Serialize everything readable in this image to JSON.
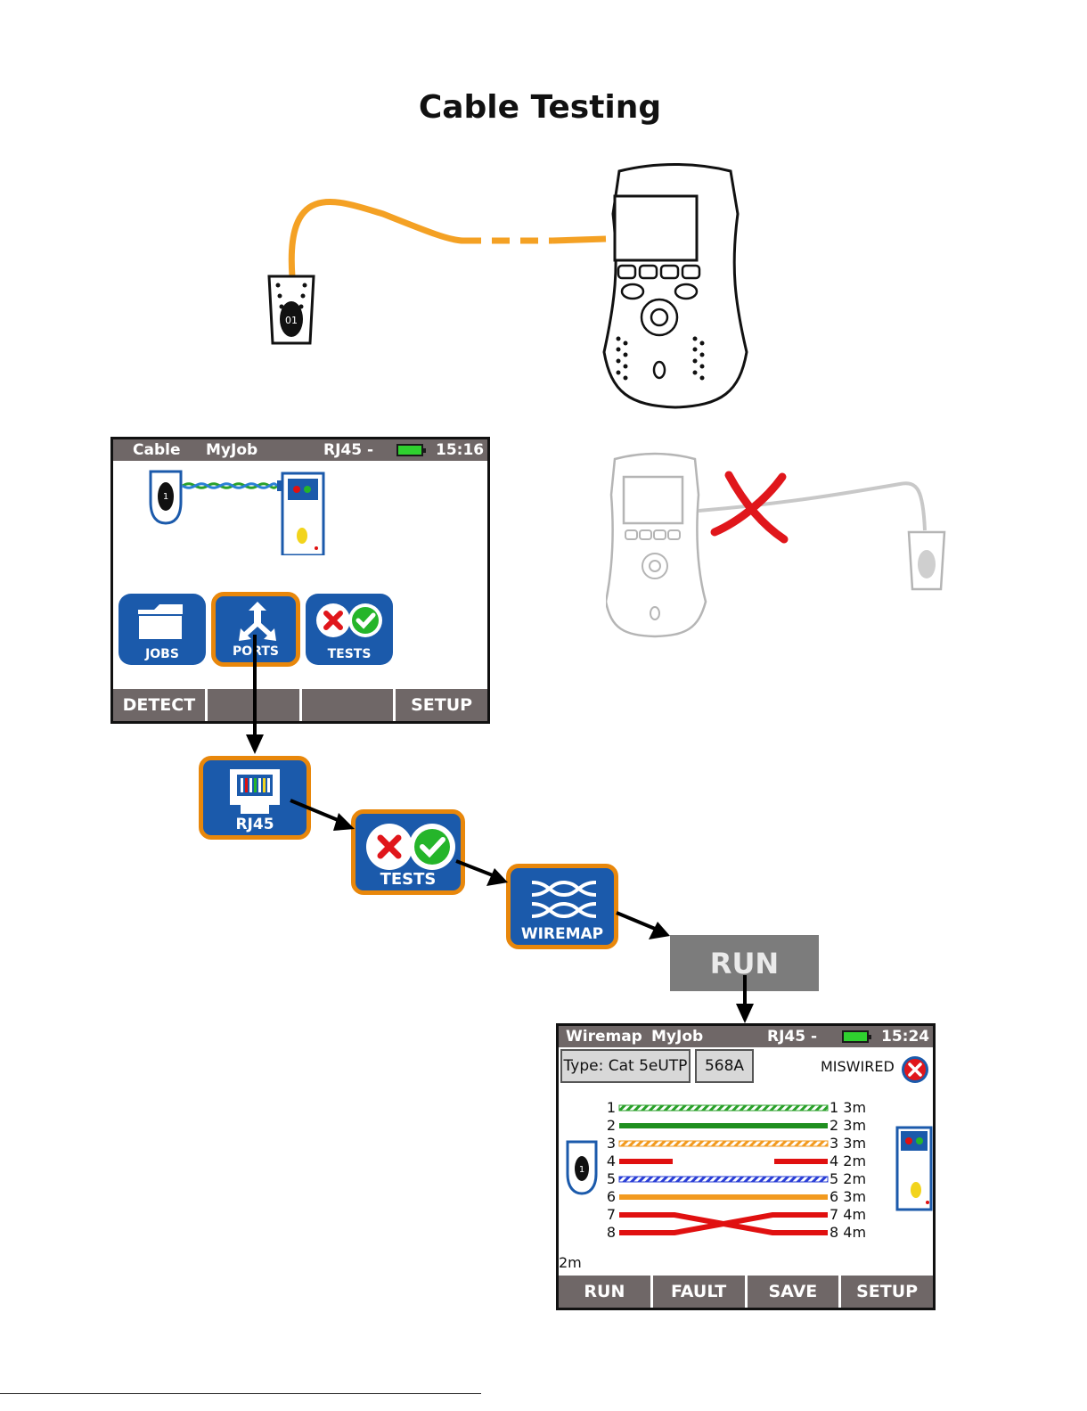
{
  "title": "Cable Testing",
  "remote_label": "01",
  "home_screen": {
    "status": {
      "mode": "Cable",
      "job": "MyJob",
      "port": "RJ45 -",
      "time": "15:16"
    },
    "tiles": [
      {
        "label": "JOBS",
        "icon": "folder-icon"
      },
      {
        "label": "PORTS",
        "icon": "ports-icon"
      },
      {
        "label": "TESTS",
        "icon": "tests-icon"
      }
    ],
    "softkeys": [
      "DETECT",
      "",
      "",
      "SETUP"
    ]
  },
  "flow": {
    "rj45_label": "RJ45",
    "tests_label": "TESTS",
    "wiremap_label": "WIREMAP",
    "run_label": "RUN"
  },
  "wiremap_screen": {
    "status": {
      "mode": "Wiremap",
      "job": "MyJob",
      "port": "RJ45 -",
      "time": "15:24"
    },
    "type_label": "Type: Cat 5eUTP",
    "standard_label": "568A",
    "result_label": "MISWIRED",
    "wires": [
      {
        "left": "1",
        "right": "1 3m",
        "color": "#2aa12a",
        "style": "striped"
      },
      {
        "left": "2",
        "right": "2 3m",
        "color": "#1f8f1f",
        "style": "solid"
      },
      {
        "left": "3",
        "right": "3 3m",
        "color": "#f29a1f",
        "style": "striped"
      },
      {
        "left": "4",
        "right": "4 2m",
        "color": "#e01010",
        "style": "broken"
      },
      {
        "left": "5",
        "right": "5 2m",
        "color": "#2a3fd6",
        "style": "striped"
      },
      {
        "left": "6",
        "right": "6 3m",
        "color": "#f29a1f",
        "style": "solid"
      },
      {
        "left": "7",
        "right": "7 4m",
        "color": "#e01010",
        "style": "crossed"
      },
      {
        "left": "8",
        "right": "8 4m",
        "color": "#e01010",
        "style": "crossed"
      }
    ],
    "fault_distance": "2m",
    "softkeys": [
      "RUN",
      "FAULT",
      "SAVE",
      "SETUP"
    ]
  },
  "colors": {
    "cable": "#f4a124",
    "tile_blue": "#1b5aab",
    "tile_border": "#e8870b",
    "status_bar": "#6f6767",
    "error_red": "#e0161b",
    "ok_green": "#25b52a"
  }
}
